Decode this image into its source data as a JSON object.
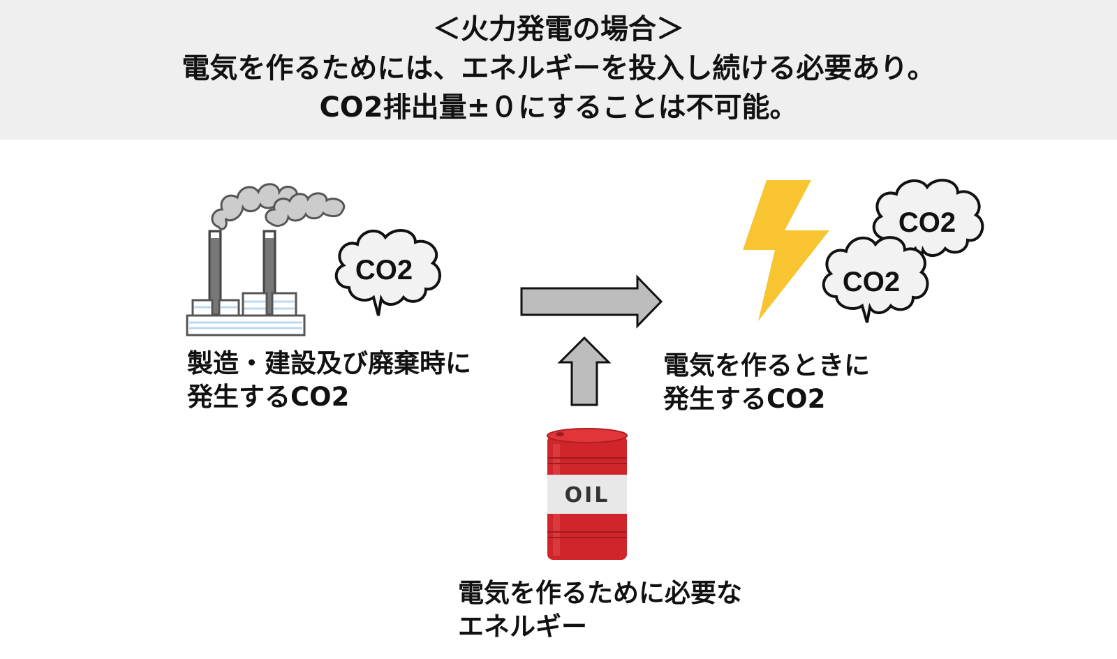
{
  "header": {
    "title": "＜火力発電の場合＞",
    "line2": "電気を作るためには、エネルギーを投入し続ける必要あり。",
    "line3": "CO2排出量±０にすることは不可能。"
  },
  "left": {
    "icon": "factory-icon",
    "cloud_label": "CO2",
    "caption_line1": "製造・建設及び廃棄時に",
    "caption_line2": "発生するCO2"
  },
  "right": {
    "icon": "lightning-icon",
    "cloud1_label": "CO2",
    "cloud2_label": "CO2",
    "caption_line1": "電気を作るときに",
    "caption_line2": "発生するCO2"
  },
  "bottom": {
    "icon": "oil-barrel-icon",
    "barrel_label": "OIL",
    "caption_line1": "電気を作るために必要な",
    "caption_line2": "エネルギー"
  },
  "colors": {
    "header_bg": "#efefef",
    "arrow_fill": "#bdbdbd",
    "lightning": "#f8c531",
    "barrel_red": "#d0262b",
    "smoke": "#cccccc",
    "cloud_fill": "#f2f2f2"
  }
}
